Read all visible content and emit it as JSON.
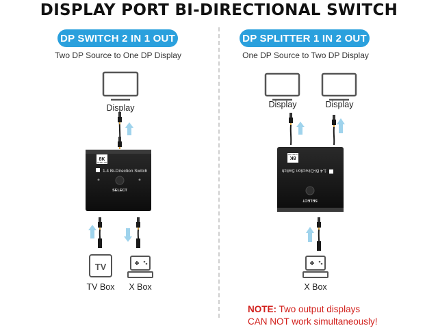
{
  "title": "DISPLAY PORT BI-DIRECTIONAL SWITCH",
  "left": {
    "pill": "DP SWITCH 2 IN 1 OUT",
    "subtitle": "Two DP Source to One DP Display",
    "display_label": "Display",
    "input1_label": "TV Box",
    "input2_label": "X Box",
    "tv_icon_text": "TV"
  },
  "right": {
    "pill": "DP SPLITTER 1 IN 2 OUT",
    "subtitle": "One DP Source to Two DP Display",
    "display1_label": "Display",
    "display2_label": "Display",
    "input_label": "X Box"
  },
  "device": {
    "badge_top": "8K",
    "badge_bottom": "ULTRA HD",
    "model_text": "1.4 Bi-Direction Switch",
    "button_text": "SELECT"
  },
  "note": {
    "prefix": "NOTE:",
    "line1": " Two output displays",
    "line2": "CAN NOT work simultaneously!"
  },
  "colors": {
    "accent": "#2aa0dd",
    "arrow": "#9fd3ec",
    "warning": "#d2201c",
    "device": "#161616"
  }
}
